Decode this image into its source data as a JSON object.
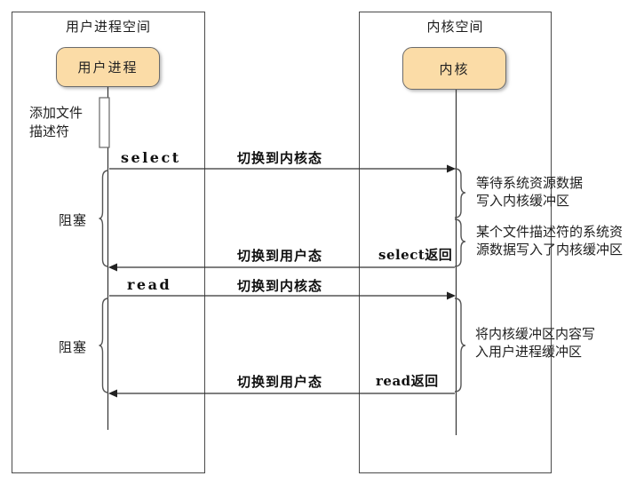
{
  "diagram": {
    "user_space": {
      "title": "用户进程空间"
    },
    "kernel_space": {
      "title": "内核空间"
    },
    "user_process_node": {
      "label": "用户进程"
    },
    "kernel_node": {
      "label": "内核"
    },
    "add_fd_note": {
      "line1": "添加文件",
      "line2": "描述符"
    },
    "messages": {
      "select_call": {
        "name": "select",
        "switch_label": "切换到内核态"
      },
      "select_return": {
        "name": "select返回",
        "switch_label": "切换到用户态"
      },
      "read_call": {
        "name": "read",
        "switch_label": "切换到内核态"
      },
      "read_return": {
        "name": "read返回",
        "switch_label": "切换到用户态"
      }
    },
    "blocking": {
      "first": "阻塞",
      "second": "阻塞"
    },
    "annotations": {
      "wait_data": {
        "line1": "等待系统资源数据",
        "line2": "写入内核缓冲区"
      },
      "data_ready": {
        "line1": "某个文件描述符的系统资",
        "line2": "源数据写入了内核缓冲区"
      },
      "copy_buffer": {
        "line1": "将内核缓冲区内容写",
        "line2": "入用户进程缓冲区"
      }
    },
    "colors": {
      "node_fill": "#fbdca7",
      "node_border": "#6b6b6b",
      "box_border": "#4a4a4a",
      "line": "#333333"
    }
  }
}
